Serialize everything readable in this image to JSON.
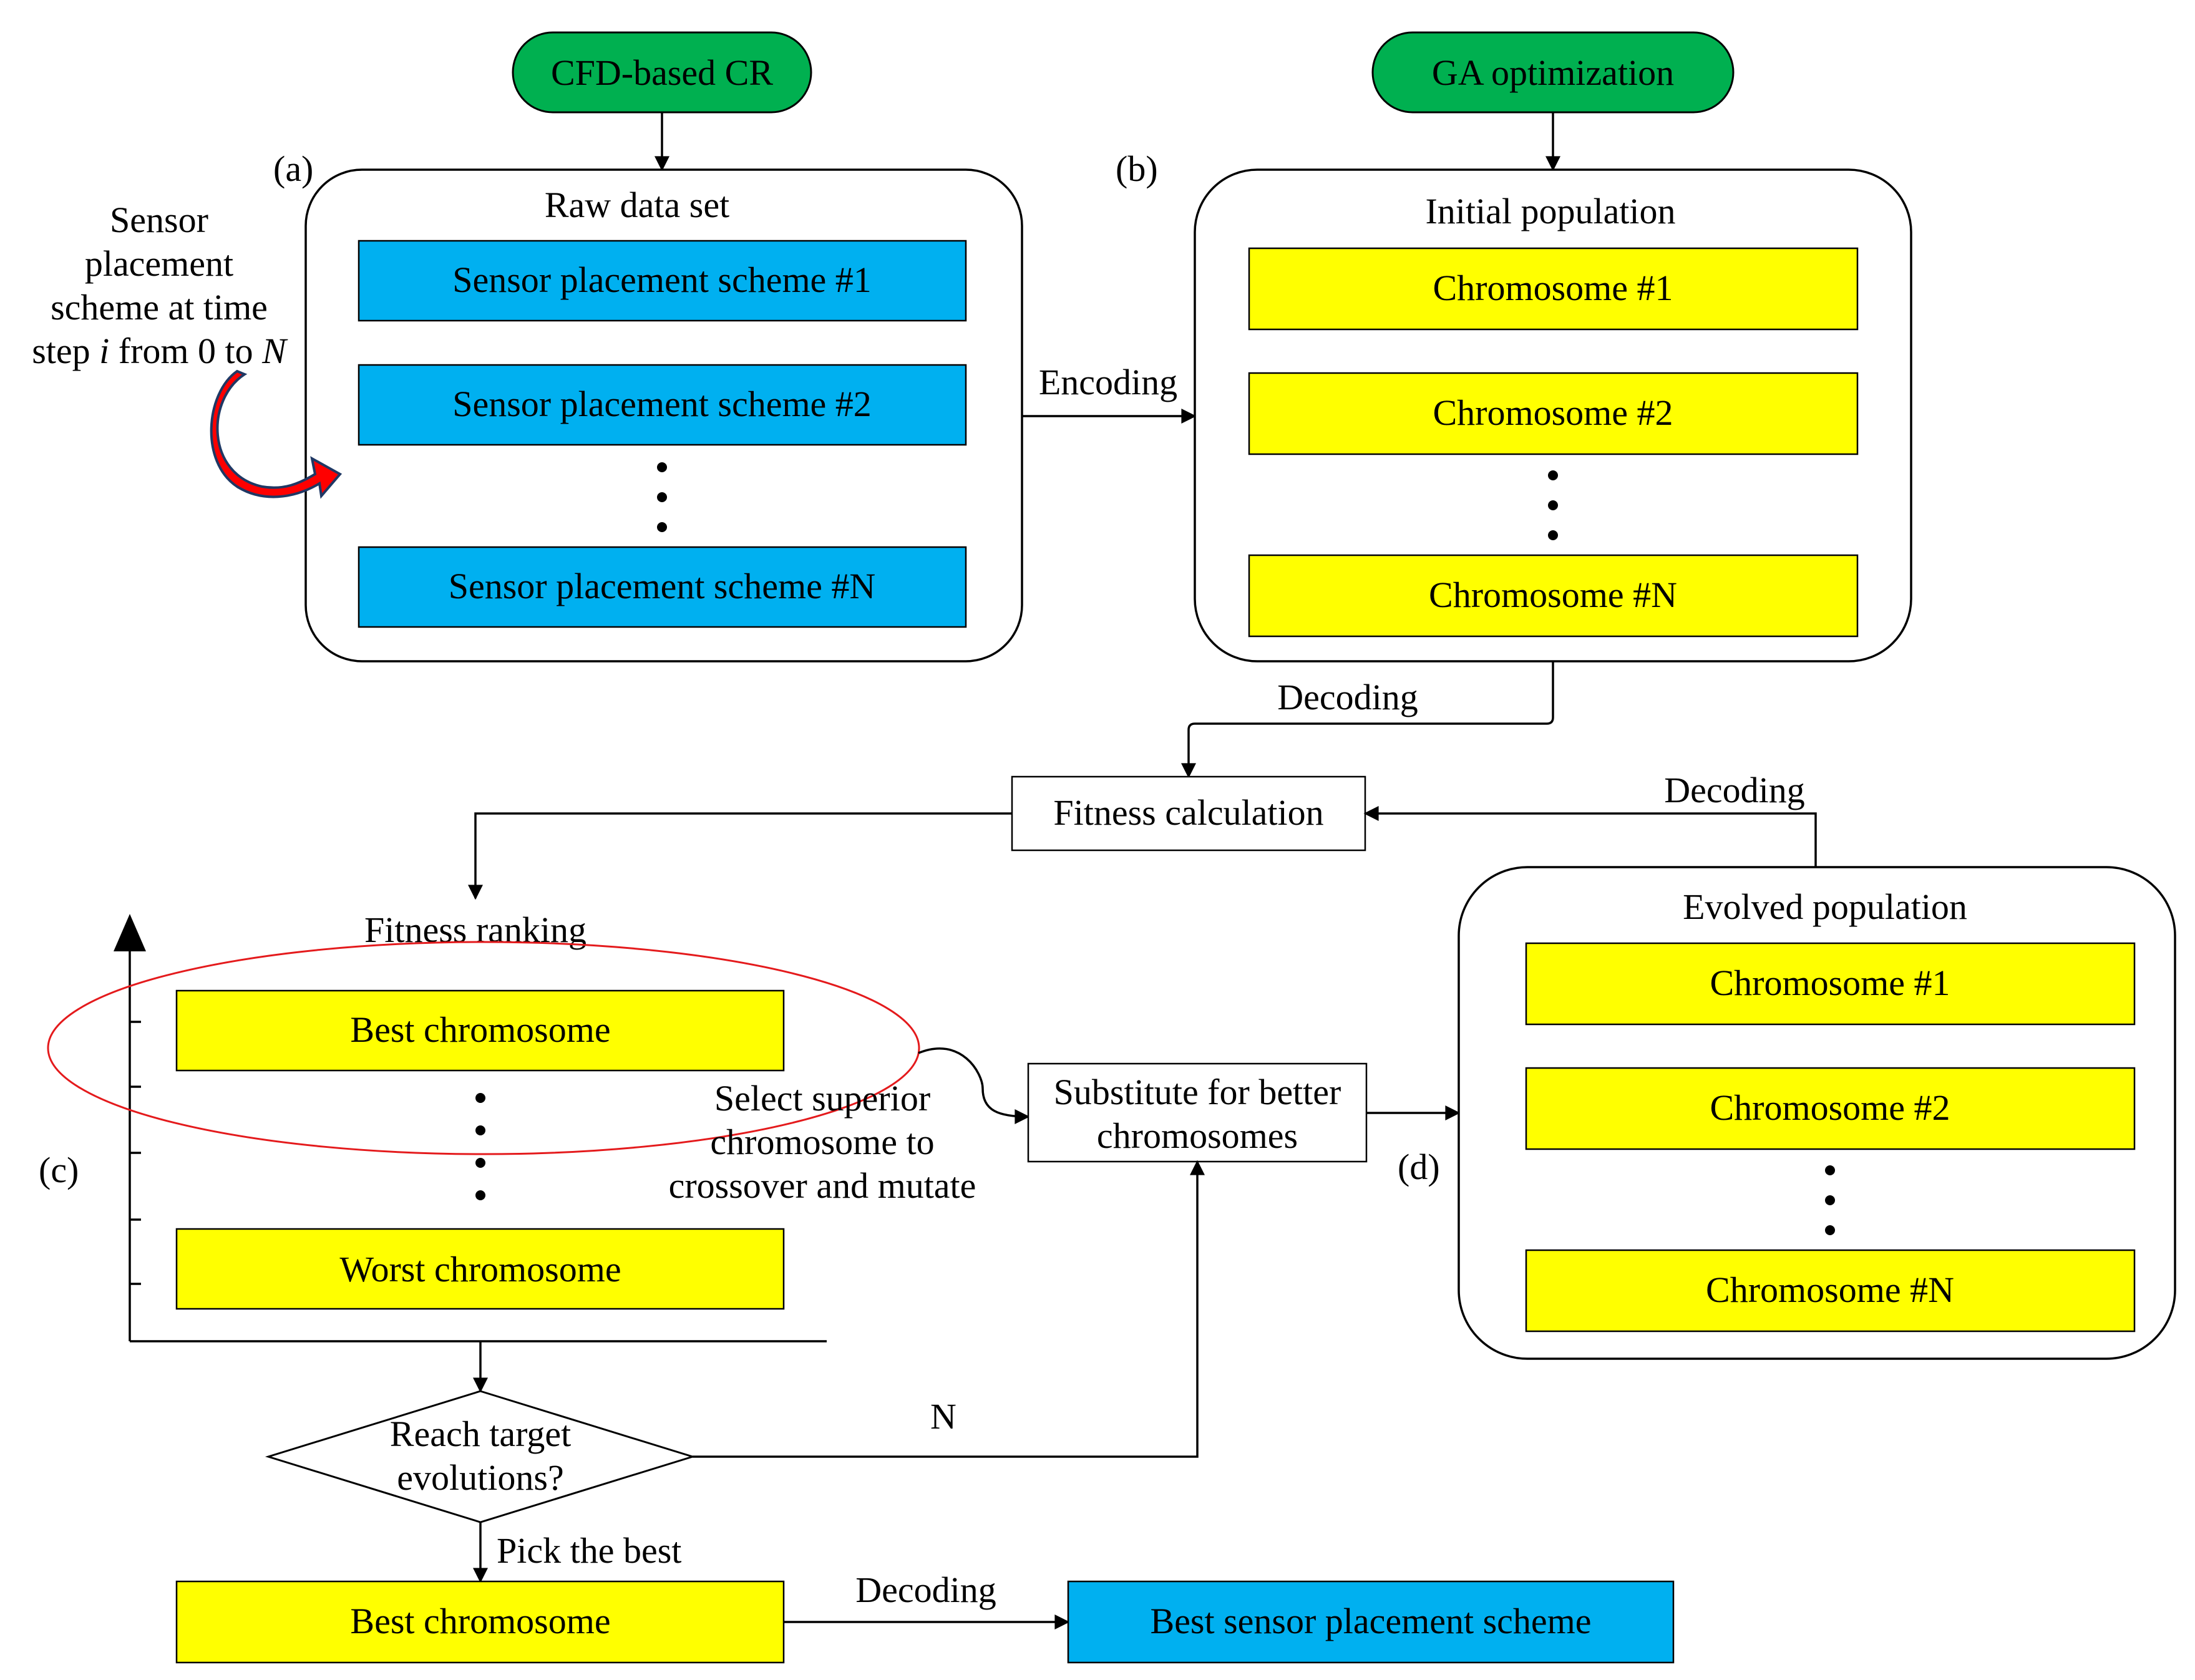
{
  "start": {
    "cfd": "CFD-based CR",
    "ga": "GA optimization"
  },
  "colors": {
    "start_green": "#00b050",
    "scheme_blue": "#00b0f0",
    "chromosome_yellow": "#ffff00",
    "curved_arrow_red": "#ff0000",
    "highlight_ellipse": "#e41a1c"
  },
  "panel_a": {
    "marker": "(a)",
    "title": "Raw data set",
    "items": [
      "Sensor placement scheme #1",
      "Sensor placement scheme #2",
      "Sensor placement scheme #N"
    ],
    "side_note": [
      "Sensor",
      "placement",
      "scheme at time"
    ],
    "side_note_step": {
      "prefix": "step ",
      "var_i": "i",
      "middle": " from 0 to ",
      "var_n": "N"
    }
  },
  "panel_b": {
    "marker": "(b)",
    "title": "Initial population",
    "items": [
      "Chromosome  #1",
      "Chromosome  #2",
      "Chromosome  #N"
    ]
  },
  "panel_c": {
    "marker": "(c)",
    "title": "Fitness ranking",
    "best": "Best chromosome",
    "worst": "Worst chromosome",
    "select_note": [
      "Select superior",
      "chromosome to",
      "crossover and mutate"
    ]
  },
  "panel_d": {
    "marker": "(d)",
    "title": "Evolved population",
    "items": [
      "Chromosome  #1",
      "Chromosome  #2",
      "Chromosome  #N"
    ]
  },
  "flow": {
    "encoding": "Encoding",
    "decoding_top": "Decoding",
    "decoding_right": "Decoding",
    "decoding_bottom": "Decoding",
    "fitness_calc": "Fitness calculation",
    "substitute": [
      "Substitute for better",
      "chromosomes"
    ],
    "decision": [
      "Reach target",
      "evolutions?"
    ],
    "no_label": "N",
    "pick_best": "Pick the best",
    "final_chromosome": "Best chromosome",
    "final_scheme": "Best sensor placement scheme"
  }
}
